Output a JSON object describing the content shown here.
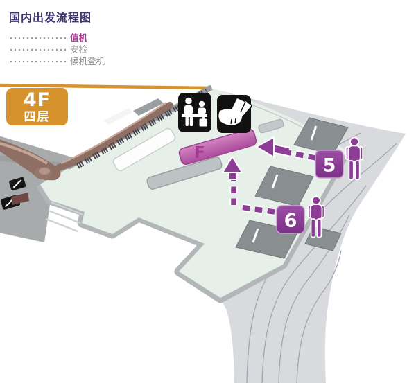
{
  "header": {
    "title": "国内出发流程图",
    "legend": [
      {
        "label": "值机",
        "line_style": "dotted",
        "color": "#b13a9b"
      },
      {
        "label": "安检",
        "line_style": "dotted",
        "color": "#8c8c8c"
      },
      {
        "label": "候机登机",
        "line_style": "dotted",
        "color": "#8c8c8c"
      }
    ]
  },
  "floor_badge": {
    "level": "4F",
    "level_name": "四层"
  },
  "map": {
    "checkin_island_label": "F",
    "entrance_5_label": "5",
    "entrance_6_label": "6",
    "icons": [
      "checkin-counter-icon",
      "boarding-pass-icon",
      "escalator-icon",
      "person-icon"
    ],
    "colors": {
      "accent_purple": "#8e3d96",
      "accent_magenta": "#a43a92",
      "accent_orange": "#d6922d",
      "floor": "#e7efe9",
      "road": "#d9dade",
      "island_checkin": "#b1519f",
      "wall": "#b2b6b9",
      "structure_dark": "#898e91",
      "canopy_brown": "#8f6e64"
    }
  }
}
